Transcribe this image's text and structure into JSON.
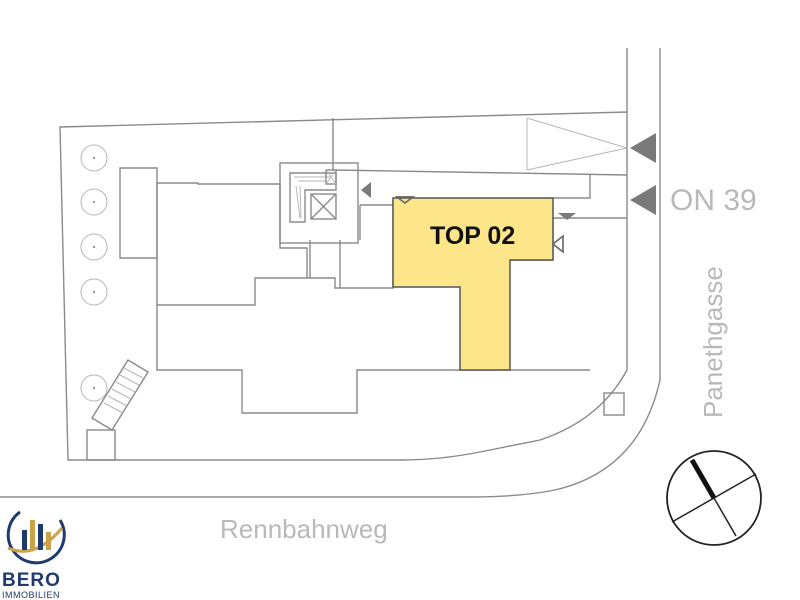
{
  "unit": {
    "label": "TOP 02",
    "highlight_color": "#fde68a",
    "outline_color": "#555555"
  },
  "streets": {
    "house_number": "ON 39",
    "east_street": "Panethgasse",
    "south_street": "Rennbahnweg"
  },
  "logo": {
    "name": "BERO",
    "subtitle": "IMMOBILIEN",
    "primary_color": "#1e3a6e",
    "accent_color": "#c9a24a"
  },
  "colors": {
    "street_text": "#b9b9b9",
    "plan_lines": "#8a8a8a",
    "entrance_markers": "#7a7a7a"
  },
  "icons": [
    "entrance-arrow-icon",
    "tree-icon",
    "compass-icon",
    "stair-icon",
    "elevator-icon"
  ]
}
